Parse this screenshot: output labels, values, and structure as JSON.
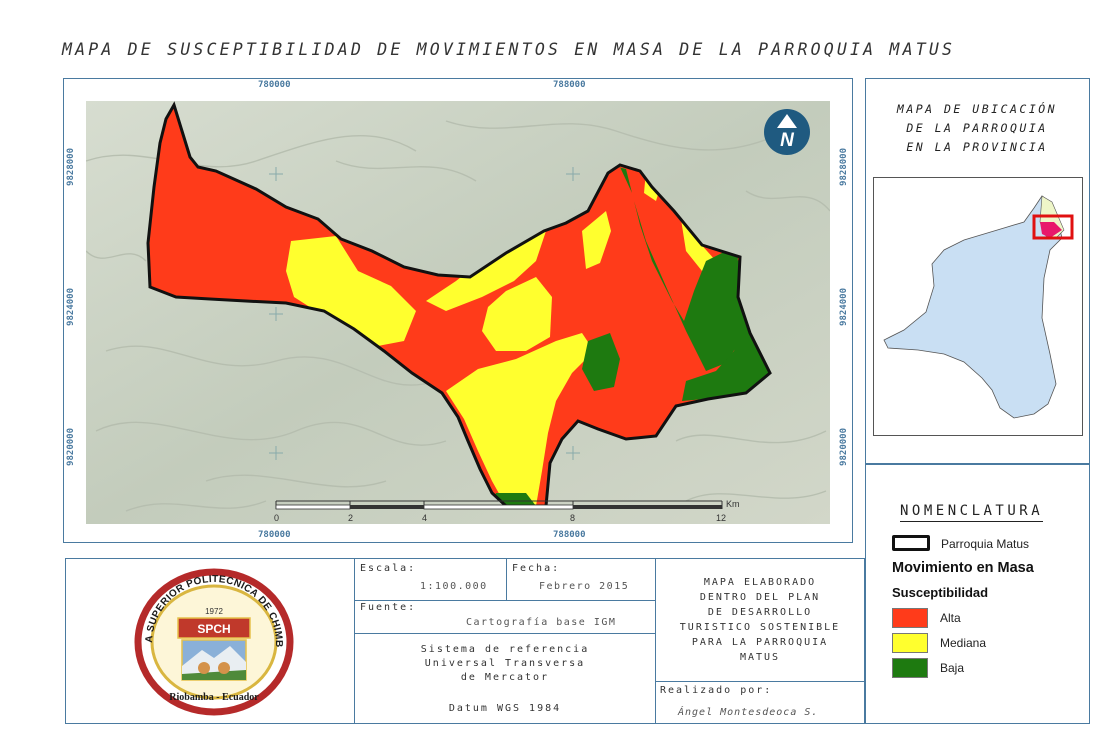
{
  "title": "MAPA DE SUSCEPTIBILIDAD DE MOVIMIENTOS EN MASA DE LA PARROQUIA MATUS",
  "main_map": {
    "coords_top": [
      "780000",
      "788000"
    ],
    "coords_bottom": [
      "780000",
      "788000"
    ],
    "coords_left": [
      "9828000",
      "9824000",
      "9820000"
    ],
    "coords_right": [
      "9828000",
      "9824000",
      "9820000"
    ],
    "north_symbol": "N",
    "scale_bar": {
      "ticks": [
        "0",
        "2",
        "4",
        "8",
        "12"
      ],
      "unit": "Km"
    }
  },
  "locator": {
    "title_lines": [
      "MAPA DE UBICACIÓN",
      "DE LA PARROQUIA",
      "EN LA PROVINCIA"
    ]
  },
  "legend": {
    "title": "NOMENCLATURA",
    "boundary_label": "Parroquia Matus",
    "heading": "Movimiento en Masa",
    "subheading": "Susceptibilidad",
    "items": [
      {
        "label": "Alta",
        "color": "#ff3b1a"
      },
      {
        "label": "Mediana",
        "color": "#ffff2e"
      },
      {
        "label": "Baja",
        "color": "#1e7a10"
      }
    ]
  },
  "info": {
    "escala_label": "Escala:",
    "escala_value": "1:100.000",
    "fecha_label": "Fecha:",
    "fecha_value": "Febrero 2015",
    "fuente_label": "Fuente:",
    "fuente_value": "Cartografía base IGM",
    "sistema_lines": [
      "Sistema de referencia",
      "Universal Transversa",
      "de Mercator"
    ],
    "datum": "Datum WGS 1984",
    "elaborado_lines": [
      "MAPA ELABORADO",
      "DENTRO DEL PLAN",
      "DE DESARROLLO",
      "TURISTICO SOSTENIBLE",
      "PARA LA PARROQUIA",
      "MATUS"
    ],
    "realizado_label": "Realizado por:",
    "realizado_value": "Ángel Montesdeoca S."
  },
  "logo": {
    "ring_text": "ESCUELA SUPERIOR POLITECNICA DE CHIMBORAZO",
    "year": "1972",
    "initials": "SPCH",
    "bottom_text": "Riobamba - Ecuador"
  },
  "colors": {
    "frame": "#4a7aa0",
    "alta": "#ff3b1a",
    "mediana": "#ffff2e",
    "baja": "#1e7a10",
    "province": "#c9dff3",
    "highlight": "#e8186b"
  }
}
